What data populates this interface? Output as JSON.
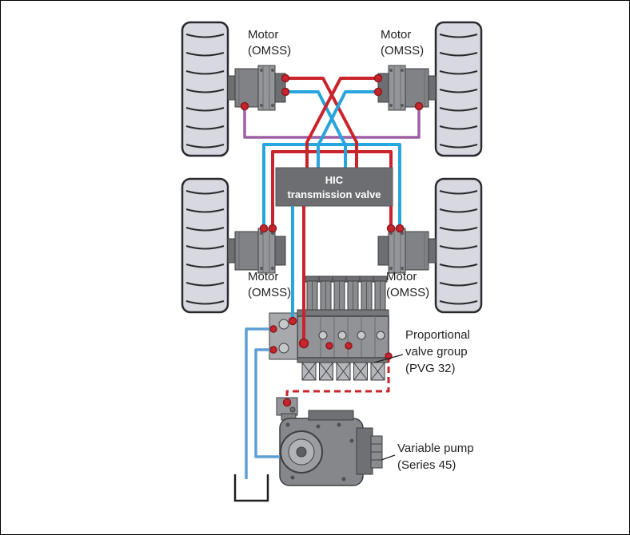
{
  "labels": {
    "motor_top_left": {
      "line1": "Motor",
      "line2": "(OMSS)"
    },
    "motor_top_right": {
      "line1": "Motor",
      "line2": "(OMSS)"
    },
    "motor_bottom_left": {
      "line1": "Motor",
      "line2": "(OMSS)"
    },
    "motor_bottom_right": {
      "line1": "Motor",
      "line2": "(OMSS)"
    },
    "hic_valve": {
      "line1": "HIC",
      "line2": "transmission valve"
    },
    "proportional_valve": {
      "line1": "Proportional",
      "line2": "valve group",
      "line3": "(PVG 32)"
    },
    "variable_pump": {
      "line1": "Variable pump",
      "line2": "(Series 45)"
    }
  },
  "colors": {
    "pressure_line_red": "#c9232b",
    "work_line_blue": "#29a5dd",
    "supply_line_blue": "#5e9fd4",
    "case_drain_purple": "#9d5fa5",
    "hic_box_gray": "#6d6e71",
    "component_gray": "#85878a"
  }
}
